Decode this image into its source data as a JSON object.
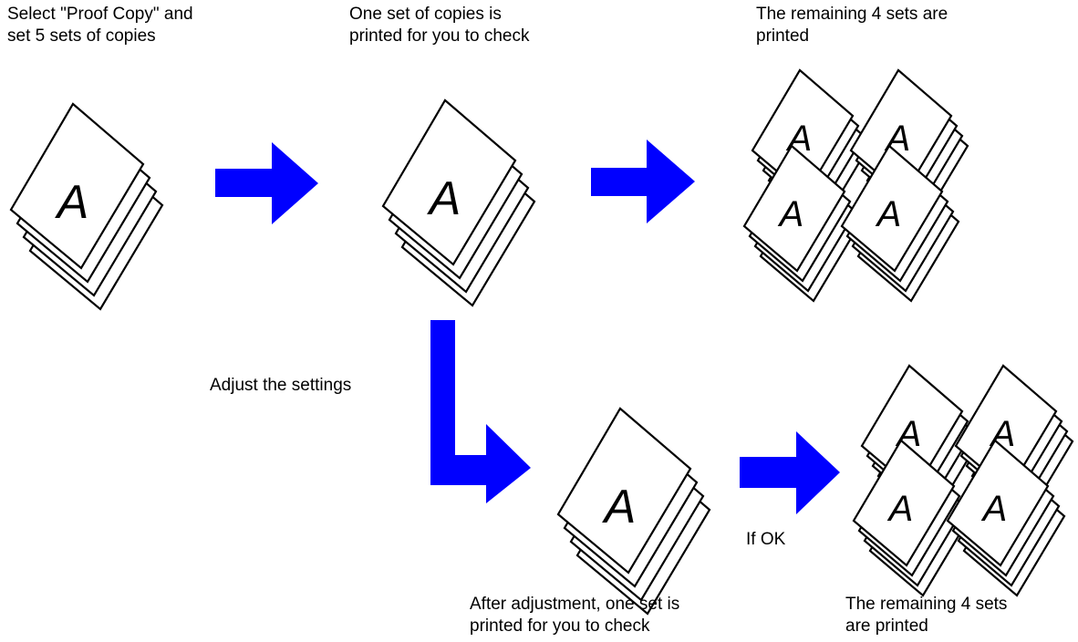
{
  "labels": {
    "step1": [
      "Select \"Proof Copy\" and",
      "set 5 sets of copies"
    ],
    "step2": [
      "One set of copies is",
      "printed for you to check"
    ],
    "step3": [
      "The remaining 4 sets are",
      "printed"
    ],
    "adjust": "Adjust the settings",
    "step4": [
      "After adjustment, one set is",
      "printed for you to check"
    ],
    "if_ok": "If OK",
    "step5": [
      "The remaining 4 sets",
      "are printed"
    ]
  },
  "page_letter": "A",
  "colors": {
    "arrow": "#0000ff",
    "sheet_fill": "#ffffff",
    "sheet_stroke": "#000000",
    "text": "#000000"
  }
}
